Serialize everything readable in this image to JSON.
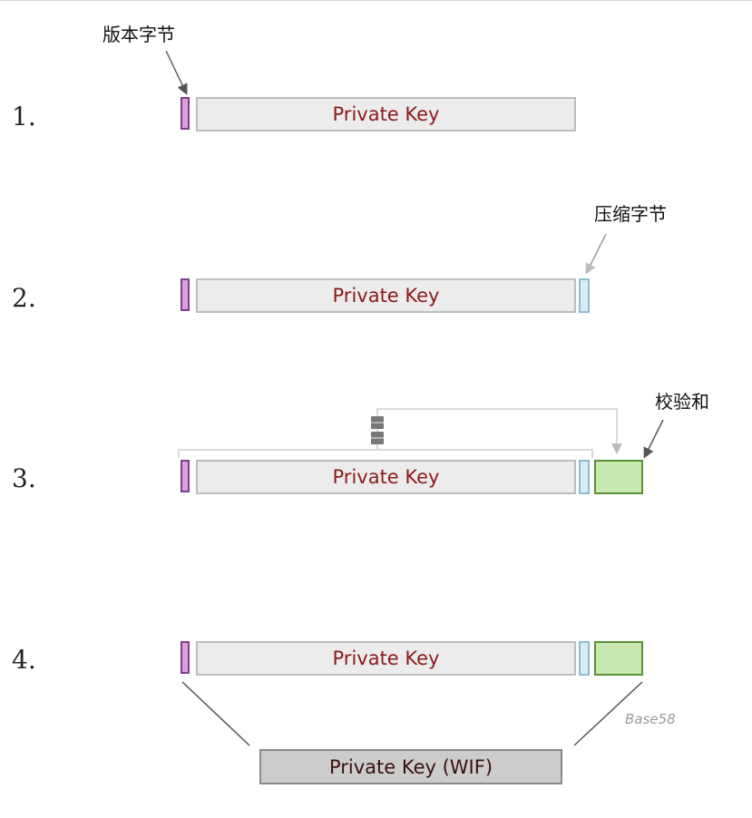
{
  "steps": [
    "1.",
    "2.",
    "3.",
    "4."
  ],
  "labels": {
    "version_byte": "版本字节",
    "compression_byte": "压缩字节",
    "checksum": "校验和"
  },
  "blocks": {
    "private_key": "Private Key",
    "private_key_wif": "Private Key (WIF)"
  },
  "encoding": "Base58",
  "colors": {
    "version_byte": "#dda0dd",
    "private_key": "#ececec",
    "compression_byte": "#d8eef6",
    "checksum": "#c8eab0",
    "wif": "#cccccc",
    "key_text": "#8b1a1a"
  }
}
